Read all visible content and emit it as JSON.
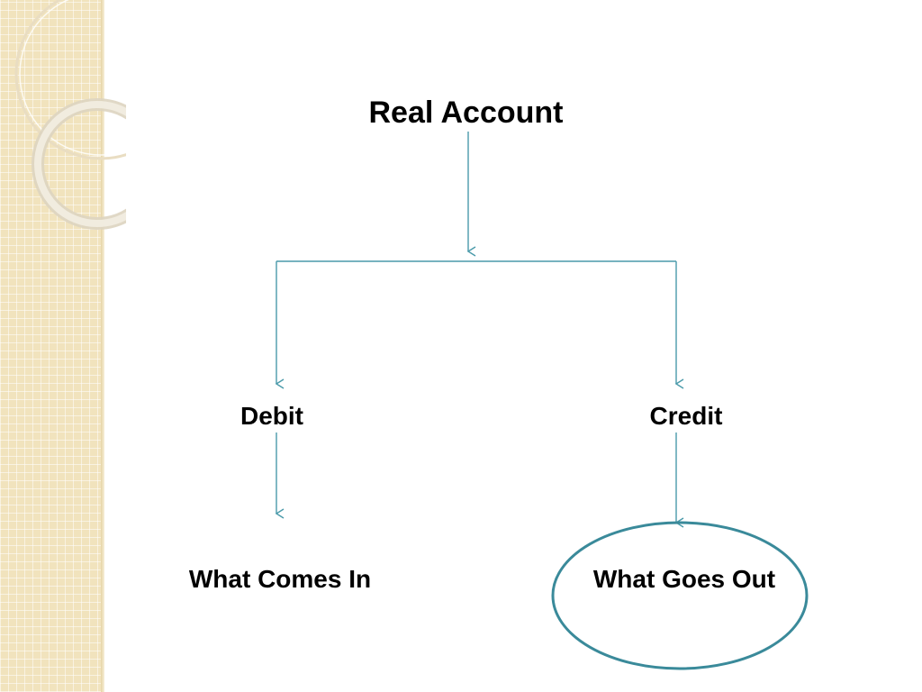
{
  "diagram": {
    "nodes": {
      "real_account": "Real Account",
      "debit": "Debit",
      "credit": "Credit",
      "what_comes_in": "What Comes In",
      "what_goes_out": "What Goes Out"
    }
  },
  "colors": {
    "connector": "#4a9aaa",
    "ellipse_border": "#3a8a9a",
    "side_panel": "#f1e3bd",
    "text": "#000000"
  }
}
